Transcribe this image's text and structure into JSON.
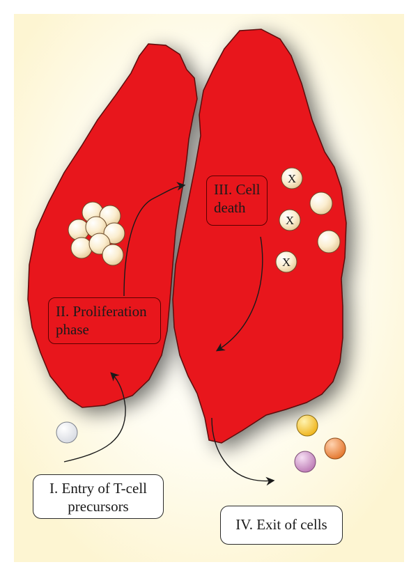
{
  "labels": {
    "proliferation_line1": "II. Proliferation",
    "proliferation_line2": "phase",
    "cell_death_line1": "III. Cell",
    "cell_death_line2": "death",
    "entry_line1": "I. Entry of T-cell",
    "entry_line2": "precursors",
    "exit": "IV. Exit of cells",
    "dead_cell_mark": "X"
  },
  "colors": {
    "background": "#fdf7d8",
    "organ": "#e8171b",
    "cell_fill": "#fdf0d2",
    "exit_cell_yellow": "#f5c53a",
    "exit_cell_orange": "#ec8a45",
    "exit_cell_violet": "#c88cc2",
    "precursor_cell": "#eef0f4"
  },
  "icons": {
    "organ": "thymus-lobes",
    "cluster": "proliferating-cell-cluster",
    "dead_cell": "x-marked-cell",
    "arrow": "curved-arrow"
  }
}
